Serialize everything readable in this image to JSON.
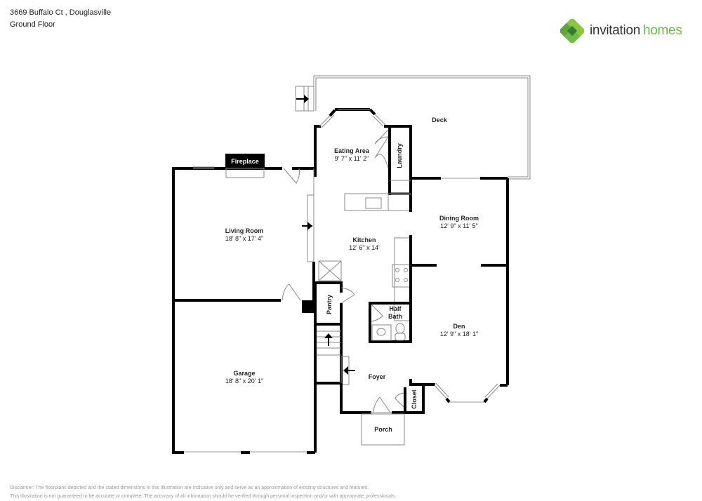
{
  "header": {
    "address": "3669 Buffalo Ct , Douglasville",
    "floor": "Ground Floor"
  },
  "logo": {
    "word1": "invitation",
    "word2": "homes",
    "colors": {
      "dark_green": "#3e8e3a",
      "light_green": "#8cc63f",
      "text_dark": "#333333",
      "text_green": "#6cbd45"
    }
  },
  "rooms": {
    "deck": {
      "name": "Deck"
    },
    "eating_area": {
      "name": "Eating Area",
      "dims": "9' 7\" x 11' 2\""
    },
    "laundry": {
      "name": "Laundry"
    },
    "fireplace": {
      "name": "Fireplace"
    },
    "living_room": {
      "name": "Living Room",
      "dims": "18' 8\" x 17' 4\""
    },
    "kitchen": {
      "name": "Kitchen",
      "dims": "12' 6\" x 14'"
    },
    "dining_room": {
      "name": "Dining Room",
      "dims": "12' 9\" x 11' 5\""
    },
    "pantry": {
      "name": "Pantry"
    },
    "half_bath": {
      "name_line1": "Half",
      "name_line2": "Bath"
    },
    "den": {
      "name": "Den",
      "dims": "12' 9\" x 18' 1\""
    },
    "garage": {
      "name": "Garage",
      "dims": "18' 8\" x 20' 1\""
    },
    "foyer": {
      "name": "Foyer"
    },
    "closet": {
      "name": "Closet"
    },
    "porch": {
      "name": "Porch"
    }
  },
  "disclaimer": {
    "line1": "Disclaimer: The floorplans depicted and the stated dimensions in this illustration are indicative only and serve as an approximation of existing structures and features.",
    "line2": "This illustration is not guaranteed to be accurate or complete. The accuracy of all information should be verified through personal inspection and/or with appropriate professionals."
  }
}
